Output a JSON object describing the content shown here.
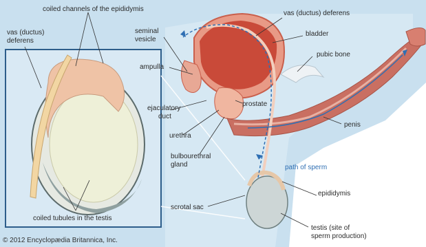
{
  "labels": {
    "coiled_channels": "coiled channels of the epididymis",
    "vas_inset_line1": "vas (ductus)",
    "vas_inset_line2": "deferens",
    "coiled_tubules": "coiled tubules in the testis",
    "seminal_line1": "seminal",
    "seminal_line2": "vesicle",
    "ampulla": "ampulla",
    "ejaculatory_line1": "ejaculatory",
    "ejaculatory_line2": "duct",
    "urethra": "urethra",
    "bulbo_line1": "bulbourethral",
    "bulbo_line2": "gland",
    "scrotal_sac": "scrotal sac",
    "vas_main": "vas (ductus) deferens",
    "bladder": "bladder",
    "pubic_bone": "pubic bone",
    "prostate": "prostate",
    "penis": "penis",
    "path_of_sperm": "path of sperm",
    "epididymis": "epididymis",
    "testis_line1": "testis (site of",
    "testis_line2": "sperm production)"
  },
  "copyright": "© 2012 Encyclopædia Britannica, Inc.",
  "colors": {
    "background_blue": "#c9e0ef",
    "tissue": "#e79a84",
    "tissue_dark": "#c95f4c",
    "testis_gray": "#cdd6d6",
    "sperm_path": "#2f6fb3",
    "inset_border": "#2d5d8a"
  }
}
